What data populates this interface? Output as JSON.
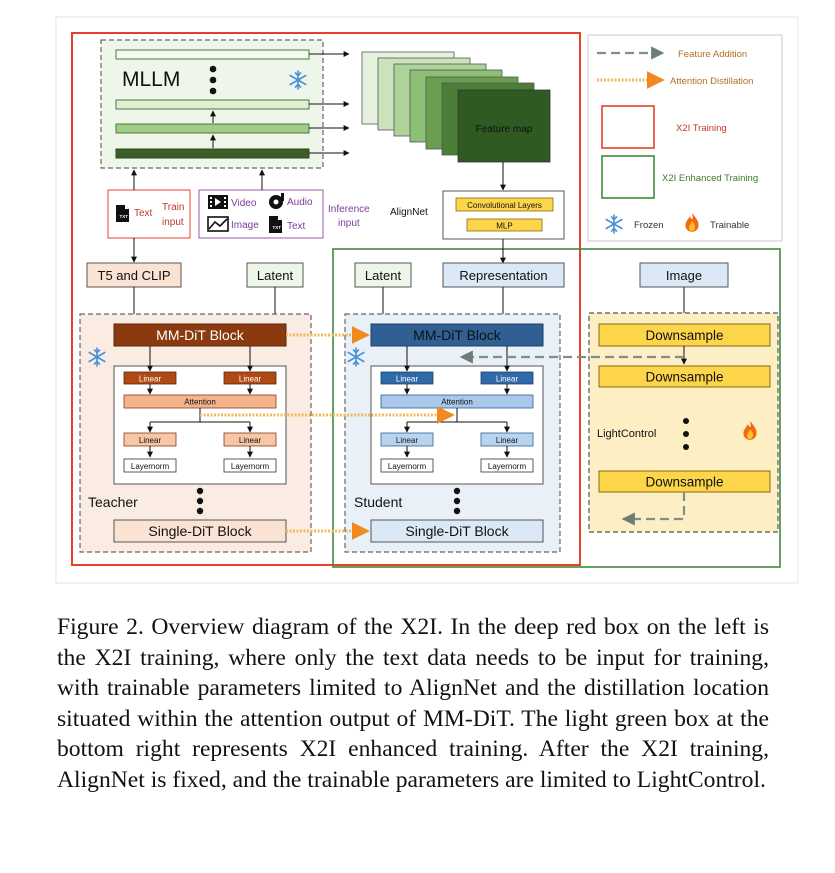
{
  "mllm": {
    "title": "MLLM"
  },
  "feature_map": {
    "label": "Feature map"
  },
  "alignnet": {
    "label": "AlignNet",
    "conv": "Convolutional Layers",
    "mlp": "MLP"
  },
  "inputs": {
    "train_text": "Text",
    "train_label": [
      "Train",
      "input"
    ],
    "video": "Video",
    "audio": "Audio",
    "image": "Image",
    "text": "Text",
    "inference_label": [
      "Inference",
      "input"
    ],
    "txt_icon": "TXT"
  },
  "teacher": {
    "encoder": "T5 and CLIP",
    "latent": "Latent",
    "mmdit": "MM-DiT Block",
    "linear": "Linear",
    "attention": "Attention",
    "layernorm": "Layernorm",
    "name": "Teacher",
    "single": "Single-DiT Block"
  },
  "student": {
    "latent": "Latent",
    "representation": "Representation",
    "mmdit": "MM-DiT Block",
    "linear": "Linear",
    "attention": "Attention",
    "layernorm": "Layernorm",
    "name": "Student",
    "single": "Single-DiT Block"
  },
  "lightcontrol": {
    "image": "Image",
    "downsample": "Downsample",
    "name": "LightControl"
  },
  "legend": {
    "feature_addition": "Feature Addition",
    "attention_distillation": "Attention Distillation",
    "x2i_training": "X2I Training",
    "x2i_enhanced": "X2I Enhanced  Training",
    "frozen": "Frozen",
    "trainable": "Trainable"
  },
  "colors": {
    "red_box": "#e8412a",
    "green_box": "#3f8a3a",
    "teacher_block": "#8b3a0f",
    "student_block": "#2f5f93",
    "downsample": "#fcd54a",
    "orange_arrow": "#f0a030",
    "legend_text": "#c07818"
  },
  "caption": "Figure 2.  Overview diagram of the X2I. In the deep red box on the left is the X2I training, where only the text data needs to be input for training, with trainable parameters limited to AlignNet and the distillation location situated within the attention output of MM-DiT. The light green box at the bottom right represents X2I enhanced training. After the X2I training, AlignNet is fixed, and the trainable parameters are limited to LightControl."
}
